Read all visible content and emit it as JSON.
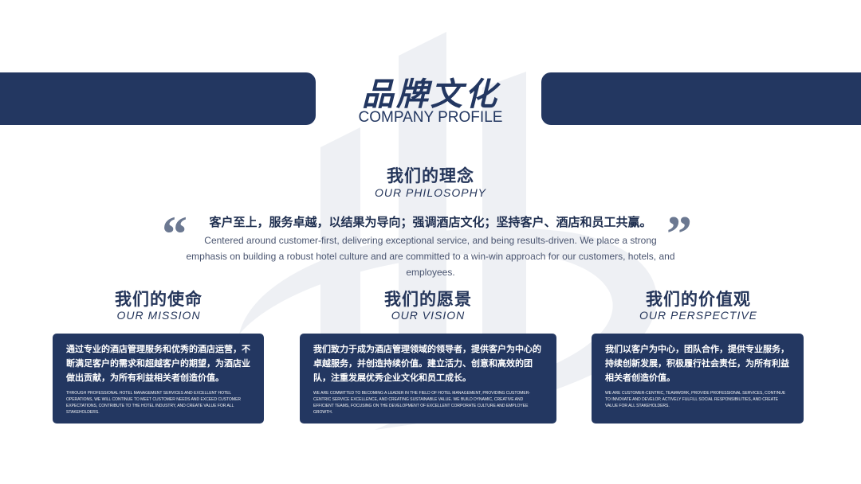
{
  "header": {
    "title_zh": "品牌文化",
    "title_en": "COMPANY PROFILE"
  },
  "philosophy": {
    "heading_zh": "我们的理念",
    "heading_en": "OUR PHILOSOPHY",
    "quote_open": "“",
    "quote_close": "”",
    "text_zh": "客户至上，服务卓越，以结果为导向；强调酒店文化；坚持客户、酒店和员工共赢。",
    "text_en": "Centered around customer-first, delivering exceptional service, and being results-driven. We place a strong emphasis on building a robust hotel culture and are committed to a win-win approach for our customers, hotels, and employees."
  },
  "columns": [
    {
      "heading_zh": "我们的使命",
      "heading_en": "OUR MISSION",
      "text_zh": "通过专业的酒店管理服务和优秀的酒店运营，不断满足客户的需求和超越客户的期望，为酒店业做出贡献，为所有利益相关者创造价值。",
      "text_en": "Through professional hotel management services and excellent hotel operations, we will continue to meet customer needs and exceed customer expectations, contribute to the hotel industry, and create value for all stakeholders."
    },
    {
      "heading_zh": "我们的愿景",
      "heading_en": "OUR VISION",
      "text_zh": "我们致力于成为酒店管理领域的领导者，提供客户为中心的卓越服务，并创造持续价值。建立活力、创意和高效的团队，注重发展优秀企业文化和员工成长。",
      "text_en": "We are committed to becoming a leader in the field of hotel management, providing customer-centric service excellence, and creating sustainable value. We build dynamic, creative and efficient teams, focusing on the development of excellent corporate culture and employee growth."
    },
    {
      "heading_zh": "我们的价值观",
      "heading_en": "OUR PERSPECTIVE",
      "text_zh": "我们以客户为中心，团队合作，提供专业服务，持续创新发展，积极履行社会责任，为所有利益相关者创造价值。",
      "text_en": "We are customer-centric, teamwork, provide professional services, continue to innovate and develop, actively fulfill social responsibilities, and create value for all stakeholders."
    }
  ],
  "colors": {
    "navy": "#233761",
    "watermark": "#eceef3",
    "quote_mark": "#6b7891"
  }
}
